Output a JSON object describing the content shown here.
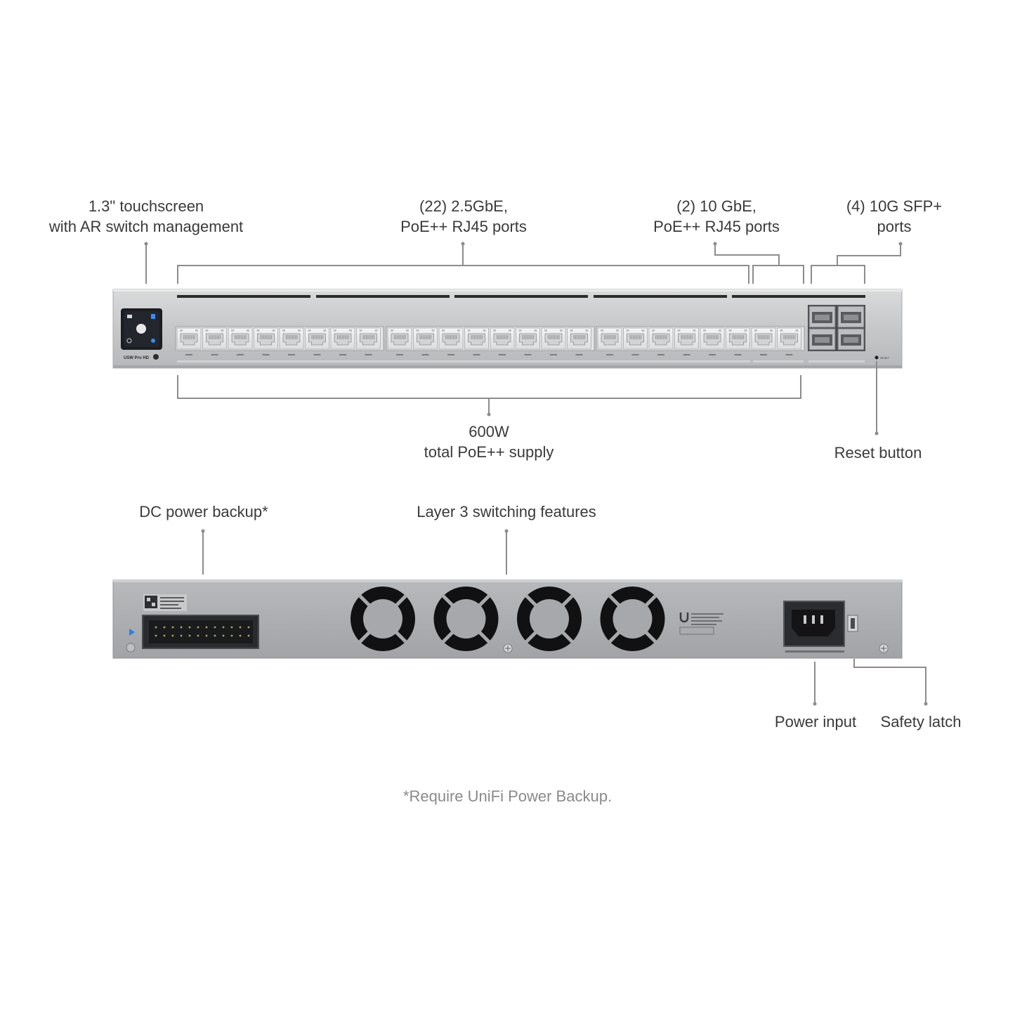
{
  "front": {
    "touchscreen": {
      "line1": "1.3\" touchscreen",
      "line2": "with AR switch management"
    },
    "rj45_25g": {
      "line1": "(22) 2.5GbE,",
      "line2": "PoE++ RJ45 ports"
    },
    "rj45_10g": {
      "line1": "(2)  10 GbE,",
      "line2": "PoE++ RJ45 ports"
    },
    "sfp": {
      "line1": "(4) 10G SFP+",
      "line2": "ports"
    },
    "poe_supply": {
      "line1": "600W",
      "line2": "total PoE++ supply"
    },
    "reset": {
      "label": "Reset button"
    },
    "model_label": "USW Pro HD",
    "reset_text": "RESET",
    "rj45_port_count": 24,
    "sfp_port_count": 4
  },
  "rear": {
    "dc_backup": {
      "label": "DC power backup*"
    },
    "layer3": {
      "label": "Layer 3 switching features"
    },
    "power_input": {
      "label": "Power input"
    },
    "safety_latch": {
      "label": "Safety latch"
    },
    "fan_count": 4
  },
  "footnote": "*Require UniFi Power Backup.",
  "colors": {
    "chassis": "#c4c5c7",
    "chassis_rear": "#a9aaad",
    "leader": "#8c8c8c",
    "label_text": "#3a3a3a",
    "footnote_text": "#8a8a8a",
    "screen_accent": "#2f7de1"
  }
}
